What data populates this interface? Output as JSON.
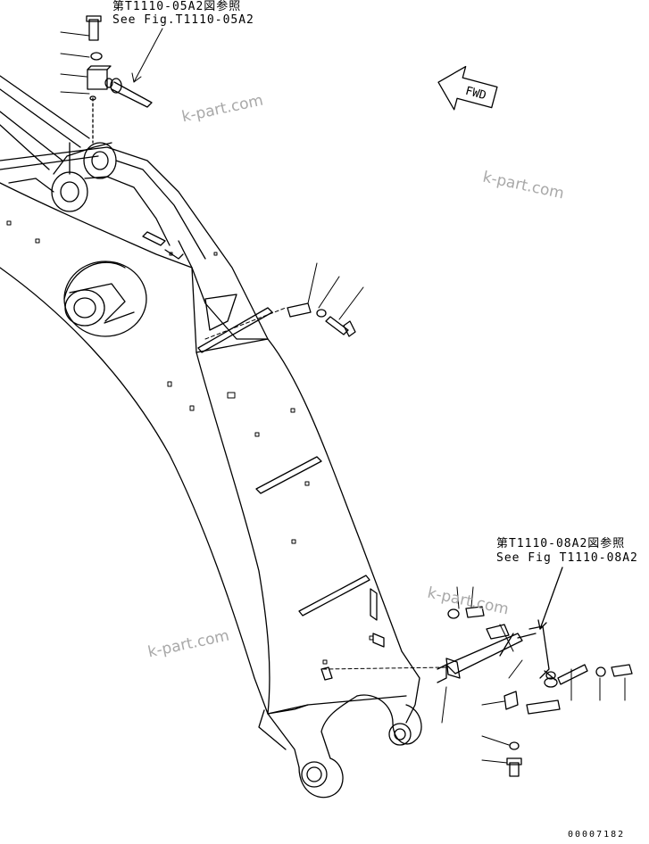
{
  "references": {
    "top": {
      "ja": "第T1110-05A2図参照",
      "en": "See Fig.T1110-05A2"
    },
    "bottom": {
      "ja": "第T1110-08A2図参照",
      "en": "See Fig T1110-08A2"
    }
  },
  "direction": {
    "label": "FWD"
  },
  "watermarks": [
    "k-part.com",
    "k-part.com",
    "k-part.com",
    "k-part.com"
  ],
  "serial": "00007182"
}
